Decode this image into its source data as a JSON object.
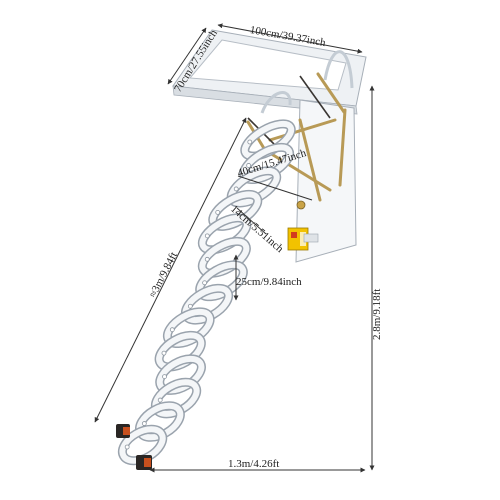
{
  "dimensions": {
    "top_width": "100cm/39.37inch",
    "top_depth": "70cm/27.55inch",
    "step_width": "40cm/15.47inch",
    "step_depth": "14cm/5.51inch",
    "step_spacing": "25cm/9.84inch",
    "ladder_length": "≈3m/9.84ft",
    "total_height": "2.8m/9.18ft",
    "base_reach": "1.3m/4.26ft"
  },
  "colors": {
    "ladder": "#f4f6f8",
    "ladder_edge": "#9aa3ad",
    "frame": "#eef1f4",
    "dimension_line": "#333333",
    "brass_arm": "#b89a56",
    "warning_label": "#f2c200",
    "foot": "#2a2624",
    "foot_accent": "#c8501e"
  }
}
